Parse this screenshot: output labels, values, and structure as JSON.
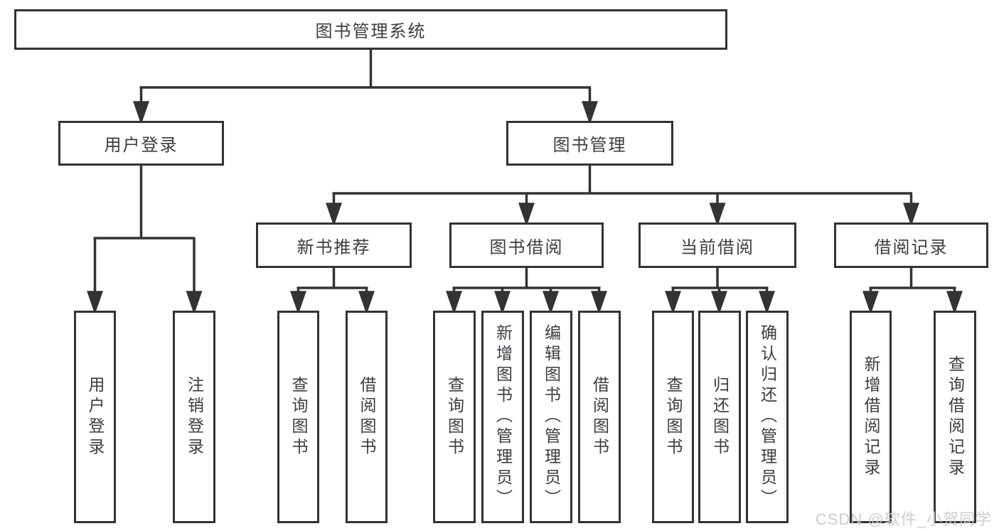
{
  "diagram": {
    "colors": {
      "line": "#333336",
      "border": "#333336",
      "text": "#3c3c42",
      "background": "#ffffff",
      "watermark": "#c9c9c9"
    },
    "watermark": "CSDN @软件_小贺同学",
    "nodes": {
      "root": {
        "label": "图书管理系统"
      },
      "level2": [
        {
          "label": "用户登录"
        },
        {
          "label": "图书管理"
        }
      ],
      "level3": [
        {
          "label": "新书推荐"
        },
        {
          "label": "图书借阅"
        },
        {
          "label": "当前借阅"
        },
        {
          "label": "借阅记录"
        }
      ],
      "leaves": {
        "user_login": [
          "用户登录",
          "注销登录"
        ],
        "new_books": [
          "查询图书",
          "借阅图书"
        ],
        "book_borrow": [
          "查询图书",
          "新增图书（管理员）",
          "编辑图书（管理员）",
          "借阅图书"
        ],
        "current_borrow": [
          "查询图书",
          "归还图书",
          "确认归还（管理员）"
        ],
        "borrow_records": [
          "新增借阅记录",
          "查询借阅记录"
        ]
      }
    }
  }
}
